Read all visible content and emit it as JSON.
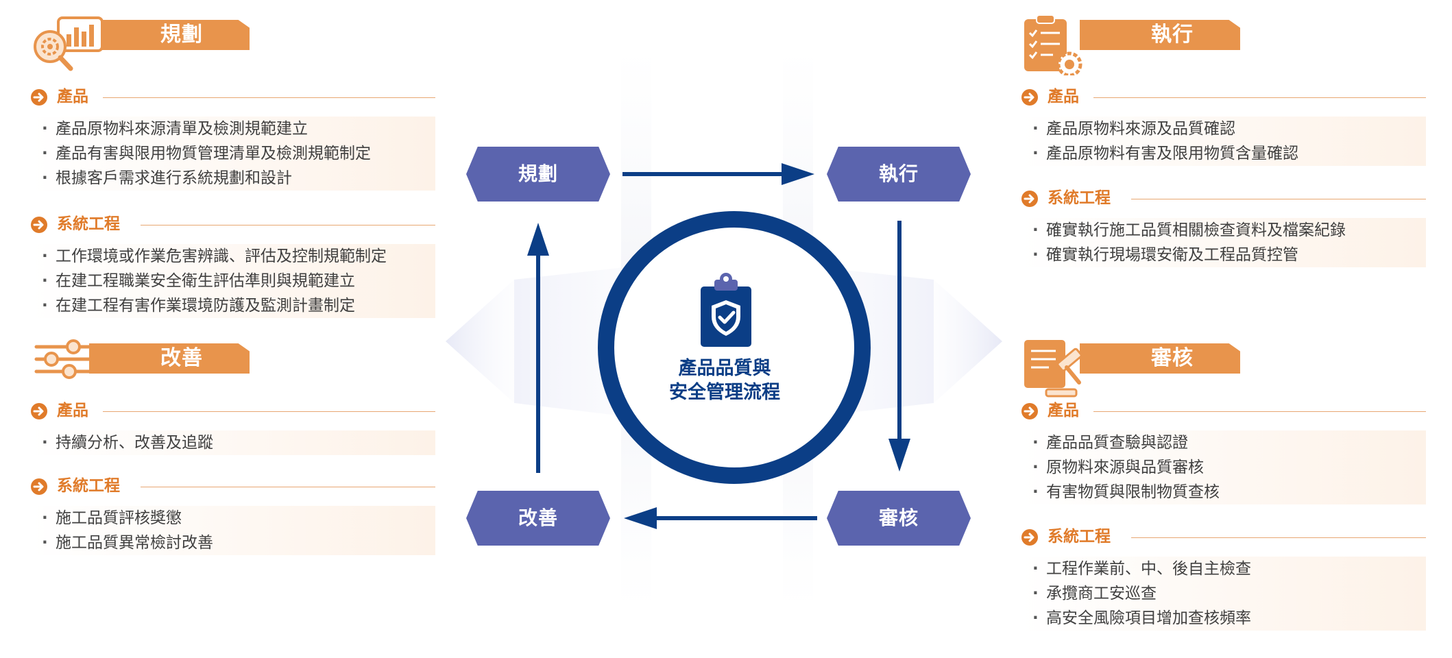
{
  "colors": {
    "accent_orange": "#e8944c",
    "category_orange": "#e07b2a",
    "step_purple": "#5b64ae",
    "navy": "#0b3e86"
  },
  "center": {
    "line1": "產品品質與",
    "line2": "安全管理流程",
    "icon": "shield-check-clipboard-icon"
  },
  "steps": {
    "plan": "規劃",
    "execute": "執行",
    "audit": "審核",
    "improve": "改善"
  },
  "sections": {
    "plan": {
      "title": "規劃",
      "icon": "gear-chart-magnifier-icon",
      "product_label": "產品",
      "product_items": [
        "產品原物料來源清單及檢測規範建立",
        "產品有害與限用物質管理清單及檢測規範制定",
        "根據客戶需求進行系統規劃和設計"
      ],
      "system_label": "系統工程",
      "system_items": [
        "工作環境或作業危害辨識、評估及控制規範制定",
        "在建工程職業安全衛生評估準則與規範建立",
        "在建工程有害作業環境防護及監測計畫制定"
      ]
    },
    "improve": {
      "title": "改善",
      "icon": "sliders-icon",
      "product_label": "產品",
      "product_items": [
        "持續分析、改善及追蹤"
      ],
      "system_label": "系統工程",
      "system_items": [
        "施工品質評核獎懲",
        "施工品質異常檢討改善"
      ]
    },
    "execute": {
      "title": "執行",
      "icon": "checklist-gear-icon",
      "product_label": "產品",
      "product_items": [
        "產品原物料來源及品質確認",
        "產品原物料有害及限用物質含量確認"
      ],
      "system_label": "系統工程",
      "system_items": [
        "確實執行施工品質相關檢查資料及檔案紀錄",
        "確實執行現場環安衛及工程品質控管"
      ]
    },
    "audit": {
      "title": "審核",
      "icon": "document-gavel-icon",
      "product_label": "產品",
      "product_items": [
        "產品品質查驗與認證",
        "原物料來源與品質審核",
        "有害物質與限制物質查核"
      ],
      "system_label": "系統工程",
      "system_items": [
        "工程作業前、中、後自主檢查",
        "承攬商工安巡查",
        "高安全風險項目增加查核頻率"
      ]
    }
  }
}
